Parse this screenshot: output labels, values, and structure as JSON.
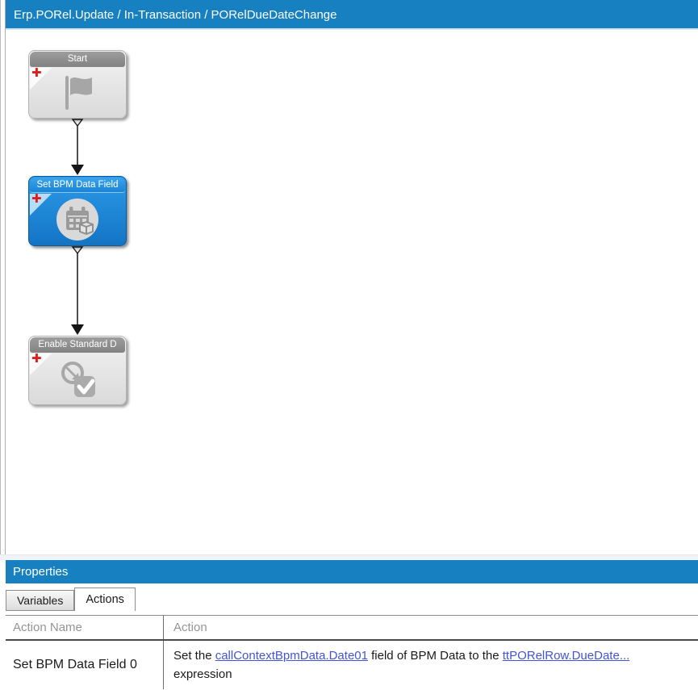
{
  "titlebar": {
    "text": "Erp.PORel.Update / In-Transaction / PORelDueDateChange"
  },
  "colors": {
    "bar_blue": "#1780c1",
    "node_blue": "#1e8de0",
    "node_gray": "#e3e3e3",
    "link_blue": "#4254d8",
    "plus_red": "#d8201e"
  },
  "workflow": {
    "nodes": [
      {
        "label": "Start",
        "icon": "flag-icon",
        "state": "default"
      },
      {
        "label": "Set BPM Data Field",
        "icon": "calendar-cube-icon",
        "state": "selected"
      },
      {
        "label": "Enable Standard D",
        "icon": "globe-check-icon",
        "state": "default"
      }
    ],
    "connections": [
      {
        "from": "Start",
        "to": "Set BPM Data Field"
      },
      {
        "from": "Set BPM Data Field",
        "to": "Enable Standard D"
      }
    ]
  },
  "properties_panel": {
    "title": "Properties",
    "tabs": [
      {
        "label": "Variables",
        "selected": false
      },
      {
        "label": "Actions",
        "selected": true
      }
    ],
    "table": {
      "columns": [
        "Action Name",
        "Action"
      ],
      "rows": [
        {
          "action_name": "Set BPM Data Field 0",
          "action_parts": [
            {
              "type": "text",
              "value": "Set the "
            },
            {
              "type": "link",
              "value": "callContextBpmData.Date01"
            },
            {
              "type": "text",
              "value": " field of BPM Data to the "
            },
            {
              "type": "link",
              "value": "ttPORelRow.DueDate..."
            },
            {
              "type": "text",
              "value": " expression"
            }
          ]
        }
      ]
    }
  }
}
